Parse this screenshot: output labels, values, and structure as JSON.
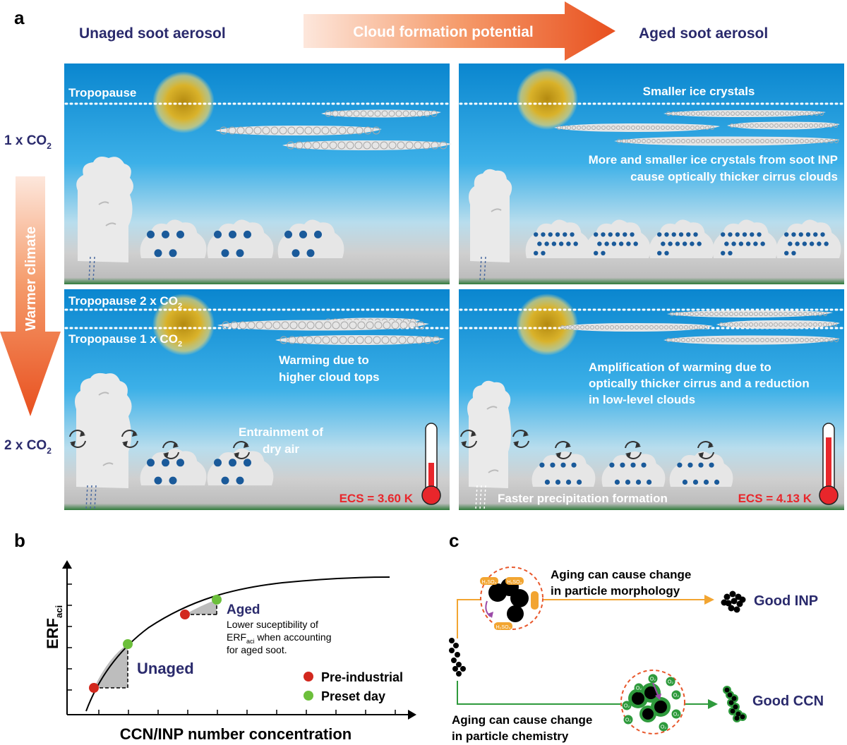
{
  "panel_letters": {
    "a": "a",
    "b": "b",
    "c": "c"
  },
  "header": {
    "left": "Unaged soot aerosol",
    "right": "Aged soot aerosol",
    "arrow": "Cloud formation potential"
  },
  "side": {
    "row1": "1 x CO",
    "row2": "2 x CO",
    "sub": "2",
    "arrow": "Warmer climate"
  },
  "panel1": {
    "tropopause": "Tropopause"
  },
  "panel2": {
    "crystals": "Smaller ice crystals",
    "note1": "More and smaller ice crystals from soot INP",
    "note2": "cause optically thicker cirrus clouds"
  },
  "panel3": {
    "trop2": "Tropopause 2 x CO",
    "trop1": "Tropopause 1 x CO",
    "sub": "2",
    "warm1": "Warming due to",
    "warm2": "higher cloud tops",
    "entr1": "Entrainment of",
    "entr2": "dry air",
    "ecs": "ECS = 3.60 K"
  },
  "panel4": {
    "amp1": "Amplification of warming due to",
    "amp2": "optically thicker cirrus and a reduction",
    "amp3": "in low-level clouds",
    "precip": "Faster precipitation formation",
    "ecs": "ECS = 4.13 K"
  },
  "panel_b": {
    "ylabel": "ERF",
    "ylabel_sub": "aci",
    "xlabel": "CCN/INP number concentration",
    "unaged": "Unaged",
    "aged": "Aged",
    "note1": "Lower suceptibility of",
    "note2_pre": "ERF",
    "note2_sub": "aci",
    "note2_post": " when accounting",
    "note3": "for aged soot.",
    "legend_pre": "Pre-industrial",
    "legend_present": "Preset day",
    "colors": {
      "pre": "#d2281e",
      "present": "#6cbf3b",
      "fill": "#bdbdbd"
    }
  },
  "panel_c": {
    "morph1": "Aging can cause change",
    "morph2": "in particle morphology",
    "chem1": "Aging can cause change",
    "chem2": "in particle chemistry",
    "inp": "Good INP",
    "ccn": "Good CCN",
    "h2so4": "H₂SO₄",
    "o2": "O₂",
    "colors": {
      "morph": "#f2a531",
      "chem": "#2e9a3c",
      "ring": "#e8572b"
    }
  },
  "colors": {
    "sky_top": "#0a86cf",
    "sky_mid": "#3fb2ea",
    "ground": "#c8c8c8",
    "accent_navy": "#2a2a6c",
    "ecs_red": "#e8262b",
    "arrow_orange": "#ea5a25",
    "droplet": "#1a5a9a"
  }
}
